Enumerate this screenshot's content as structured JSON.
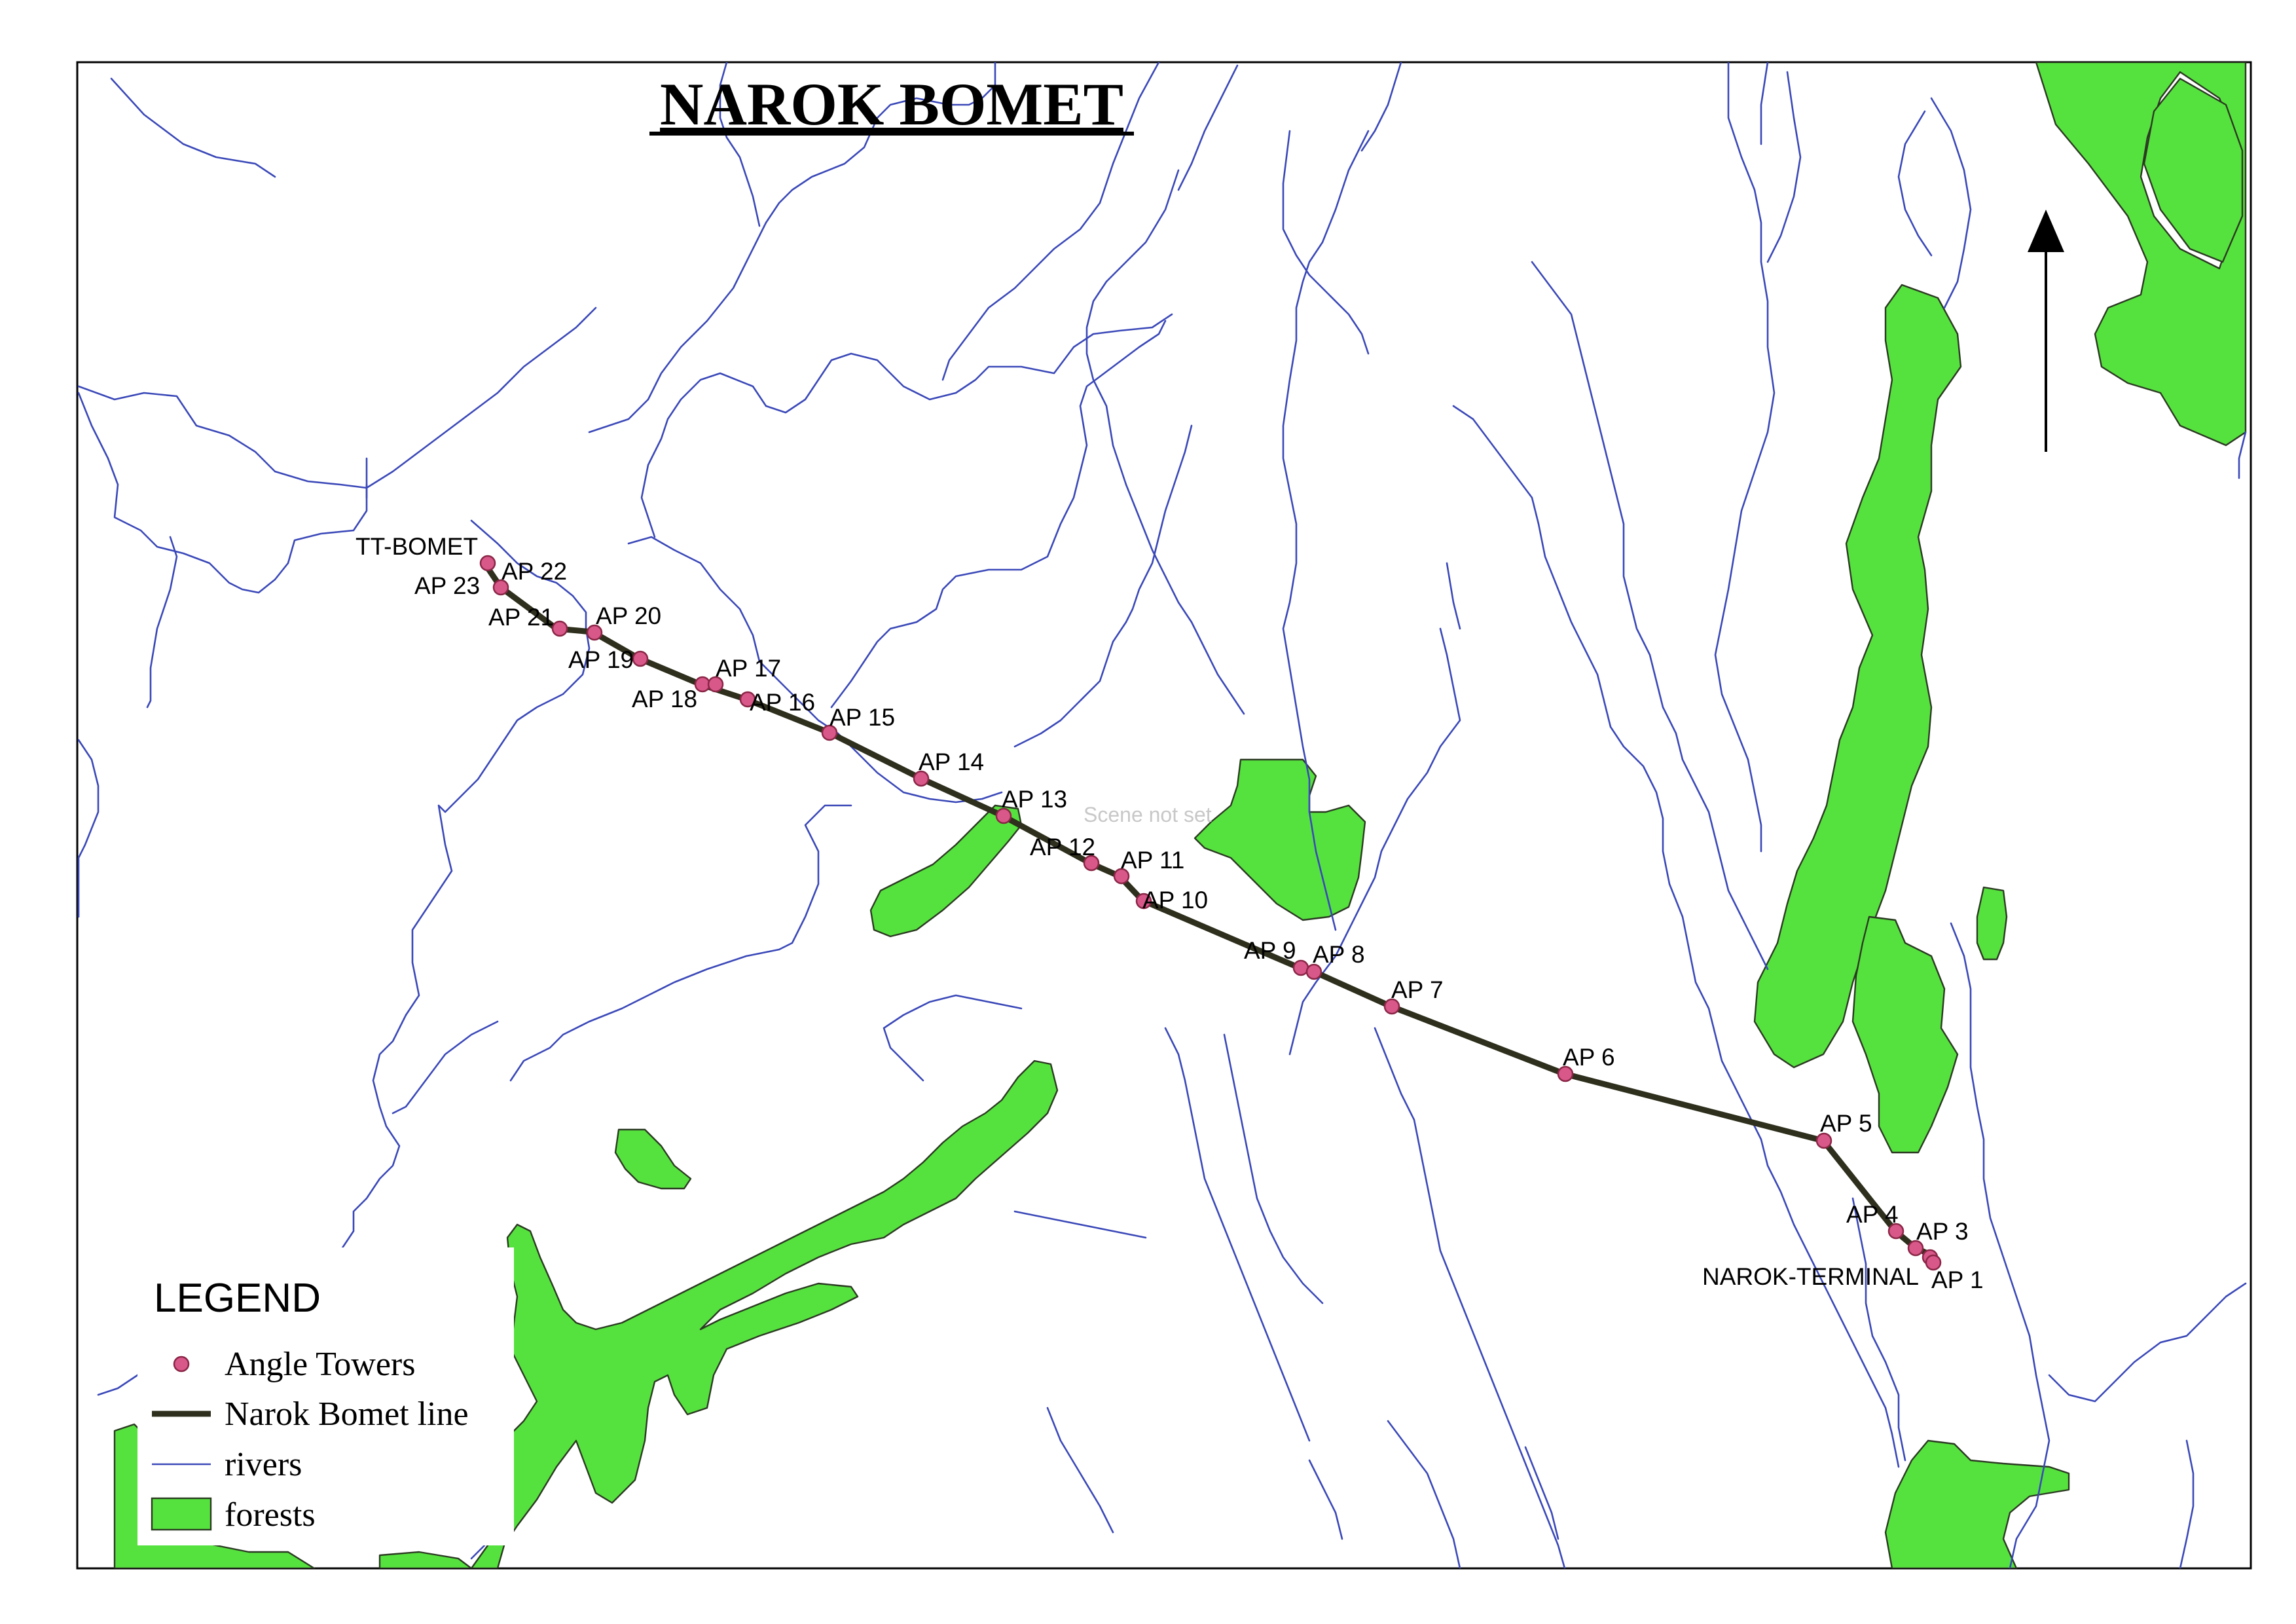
{
  "title": "NAROK BOMET",
  "watermark": "Scene not set",
  "colors": {
    "forest": "#56e23e",
    "river": "#3a48b8",
    "line": "#2e2f1c",
    "tower": "#d9588a"
  },
  "north_arrow": "north-arrow-icon",
  "terminals": {
    "start": "TT-BOMET",
    "end": "NAROK-TERMINAL"
  },
  "towers": [
    "AP 1",
    "AP 3",
    "AP 4",
    "AP 5",
    "AP 6",
    "AP 7",
    "AP 8",
    "AP 9",
    "AP 10",
    "AP 11",
    "AP 12",
    "AP 13",
    "AP 14",
    "AP 15",
    "AP 16",
    "AP 17",
    "AP 18",
    "AP 19",
    "AP 20",
    "AP 21",
    "AP 22",
    "AP 23"
  ],
  "legend": {
    "title": "LEGEND",
    "items": [
      {
        "label": "Angle Towers",
        "symbol": "tower-dot-icon"
      },
      {
        "label": "Narok Bomet line",
        "symbol": "line-symbol-icon"
      },
      {
        "label": "rivers",
        "symbol": "river-symbol-icon"
      },
      {
        "label": "forests",
        "symbol": "forest-symbol-icon"
      }
    ]
  }
}
